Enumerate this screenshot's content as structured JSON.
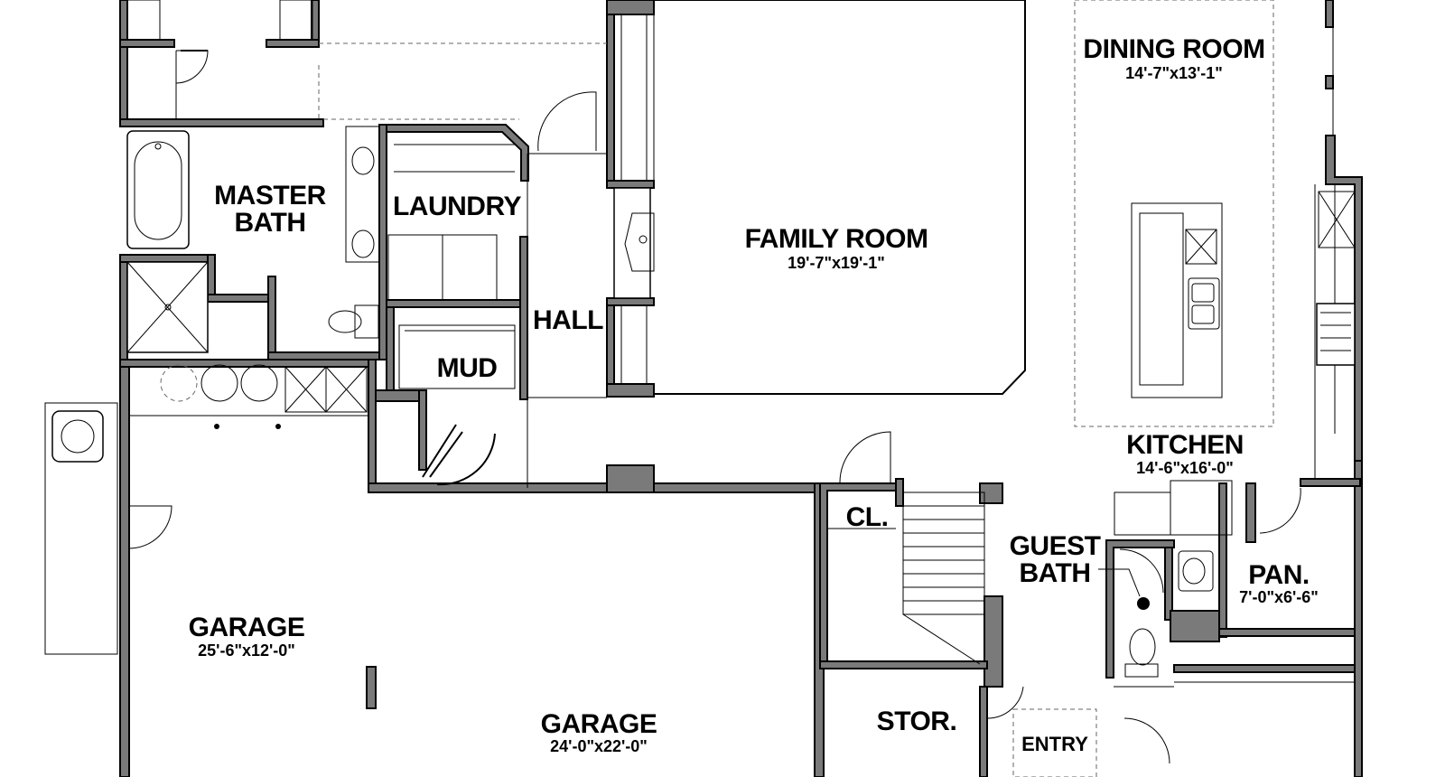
{
  "rooms": {
    "dining": {
      "name": "DINING ROOM",
      "dim": "14'-7\"x13'-1\""
    },
    "master_bath": {
      "line1": "MASTER",
      "line2": "BATH"
    },
    "laundry": {
      "name": "LAUNDRY"
    },
    "family": {
      "name": "FAMILY ROOM",
      "dim": "19'-7\"x19'-1\""
    },
    "hall": {
      "name": "HALL"
    },
    "mud": {
      "name": "MUD"
    },
    "kitchen": {
      "name": "KITCHEN",
      "dim": "14'-6\"x16'-0\""
    },
    "closet": {
      "name": "CL."
    },
    "guest_bath": {
      "line1": "GUEST",
      "line2": "BATH"
    },
    "pantry": {
      "name": "PAN.",
      "dim": "7'-0\"x6'-6\""
    },
    "garage_small": {
      "name": "GARAGE",
      "dim": "25'-6\"x12'-0\""
    },
    "garage_main": {
      "name": "GARAGE",
      "dim": "24'-0\"x22'-0\""
    },
    "storage": {
      "name": "STOR."
    },
    "entry": {
      "name": "ENTRY"
    }
  }
}
